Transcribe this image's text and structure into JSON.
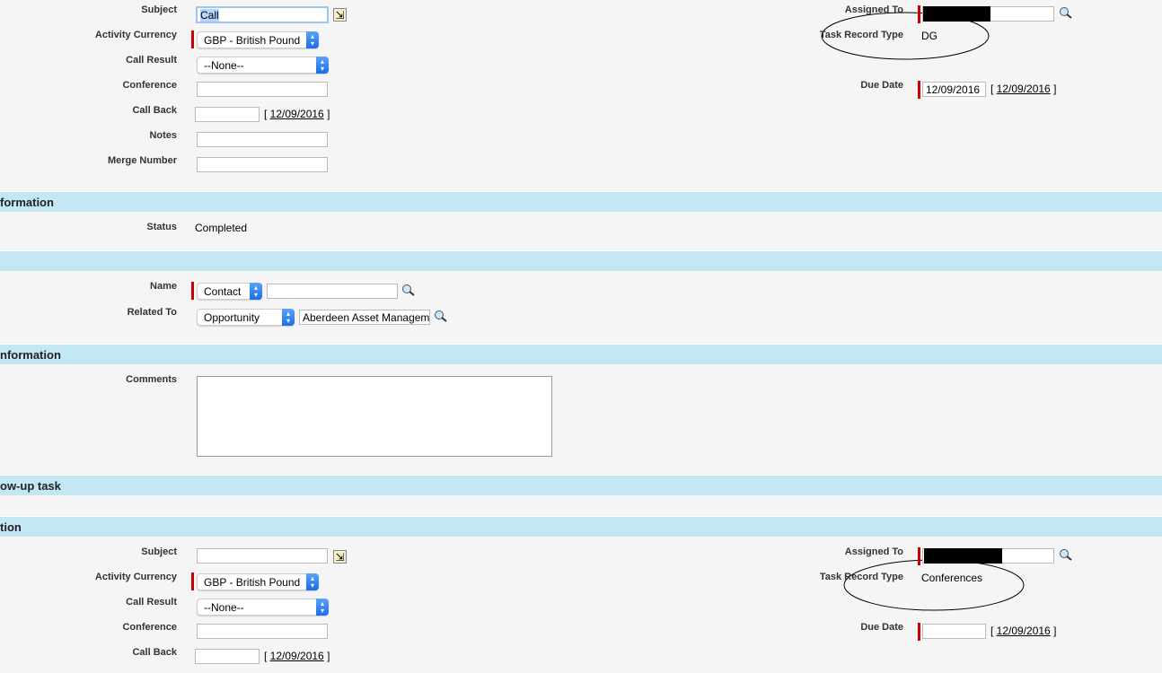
{
  "task1": {
    "subject_label": "Subject",
    "subject_value": "Call",
    "currency_label": "Activity Currency",
    "currency_value": "GBP - British Pound",
    "call_result_label": "Call Result",
    "call_result_value": "--None--",
    "conference_label": "Conference",
    "call_back_label": "Call Back",
    "call_back_date": "12/09/2016",
    "notes_label": "Notes",
    "merge_label": "Merge Number",
    "assigned_label": "Assigned To",
    "record_type_label": "Task Record Type",
    "record_type_value": "DG",
    "due_label": "Due Date",
    "due_value": "12/09/2016",
    "due_link": "12/09/2016"
  },
  "sections": [
    "formation",
    "",
    "nformation",
    "ow-up task",
    "tion"
  ],
  "status": {
    "label": "Status",
    "value": "Completed"
  },
  "related": {
    "name_label": "Name",
    "name_type": "Contact",
    "related_label": "Related To",
    "related_type": "Opportunity",
    "related_value": "Aberdeen Asset Management"
  },
  "comments": {
    "label": "Comments"
  },
  "task2": {
    "subject_label": "Subject",
    "currency_label": "Activity Currency",
    "currency_value": "GBP - British Pound",
    "call_result_label": "Call Result",
    "call_result_value": "--None--",
    "conference_label": "Conference",
    "call_back_label": "Call Back",
    "call_back_date": "12/09/2016",
    "assigned_label": "Assigned To",
    "record_type_label": "Task Record Type",
    "record_type_value": "Conferences",
    "due_label": "Due Date",
    "due_link": "12/09/2016"
  },
  "colors": {
    "band": "#c4e7f4",
    "required": "#cc0000"
  }
}
